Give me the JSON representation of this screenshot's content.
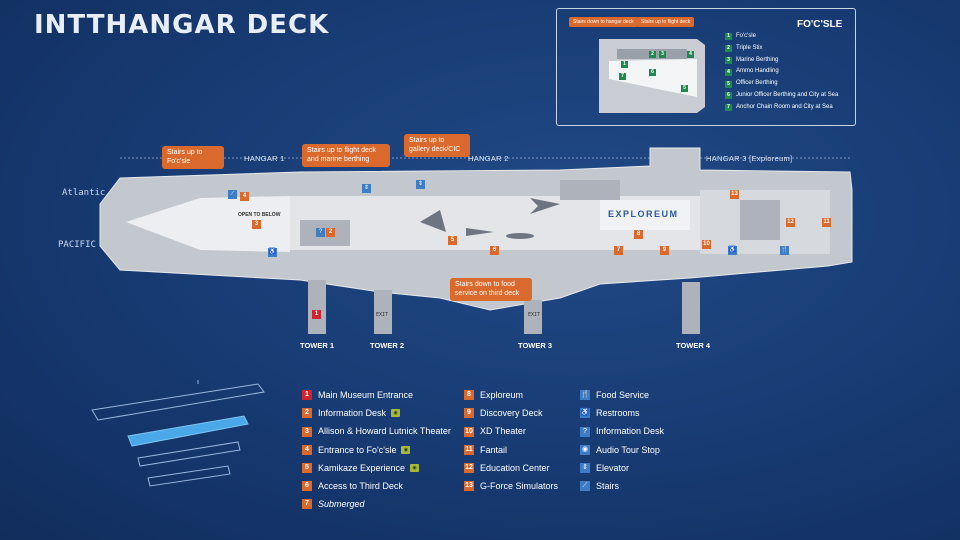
{
  "title": "INTTHANGAR DECK",
  "inset": {
    "title": "FO'C'SLE",
    "callouts": [
      "Stairs down to hangar deck",
      "Stairs up to flight deck"
    ],
    "legend": [
      {
        "num": "1",
        "label": "Fo'c'sle"
      },
      {
        "num": "2",
        "label": "Triple Stix"
      },
      {
        "num": "3",
        "label": "Marine Berthing"
      },
      {
        "num": "4",
        "label": "Ammo Handling"
      },
      {
        "num": "5",
        "label": "Officer Berthing"
      },
      {
        "num": "6",
        "label": "Junior Officer Berthing and City at Sea"
      },
      {
        "num": "7",
        "label": "Anchor Chain Room and City at Sea"
      }
    ],
    "map_numbers": [
      "1",
      "2",
      "3",
      "4",
      "5",
      "6",
      "7"
    ]
  },
  "map": {
    "hangar_labels": [
      "HANGAR 1",
      "HANGAR 2",
      "HANGAR 3 [Exploreum]"
    ],
    "side_labels": [
      "Atlantic",
      "PACIFIC"
    ],
    "callouts": [
      "Stairs up to Fo'c'sle",
      "Stairs up to flight deck and marine berthing",
      "Stairs up to gallery deck/CIC",
      "Stairs down to food service on third deck"
    ],
    "open_below": "OPEN TO BELOW",
    "exploreum": "EXPLOREUM",
    "exit_label": "EXIT",
    "towers": [
      "TOWER 1",
      "TOWER 2",
      "TOWER 3",
      "TOWER 4"
    ],
    "map_numbers": [
      "1",
      "2",
      "3",
      "4",
      "5",
      "6",
      "7",
      "8",
      "9",
      "10",
      "11",
      "12",
      "13"
    ]
  },
  "legend": {
    "col1": [
      {
        "num": "1",
        "label": "Main Museum Entrance",
        "color": "#cc2431",
        "tag": false
      },
      {
        "num": "2",
        "label": "Information Desk",
        "color": "#d9692c",
        "tag": true
      },
      {
        "num": "3",
        "label": "Allison & Howard Lutnick Theater",
        "color": "#d9692c",
        "tag": false
      },
      {
        "num": "4",
        "label": "Entrance to Fo'c'sle",
        "color": "#d9692c",
        "tag": true
      },
      {
        "num": "5",
        "label": "Kamikaze Experience",
        "color": "#d9692c",
        "tag": true
      },
      {
        "num": "6",
        "label": "Access to Third Deck",
        "color": "#d9692c",
        "tag": false
      },
      {
        "num": "7",
        "label": "Submerged",
        "color": "#d9692c",
        "tag": false,
        "italic": true
      }
    ],
    "col2": [
      {
        "num": "8",
        "label": "Exploreum"
      },
      {
        "num": "9",
        "label": "Discovery Deck"
      },
      {
        "num": "10",
        "label": "XD Theater"
      },
      {
        "num": "11",
        "label": "Fantail"
      },
      {
        "num": "12",
        "label": "Education Center"
      },
      {
        "num": "13",
        "label": "G-Force Simulators"
      }
    ],
    "col3": [
      {
        "icon": "food-service-icon",
        "glyph": "🍴",
        "label": "Food Service"
      },
      {
        "icon": "restrooms-icon",
        "glyph": "♿",
        "label": "Restrooms"
      },
      {
        "icon": "information-desk-icon",
        "glyph": "?",
        "label": "Information Desk"
      },
      {
        "icon": "audio-tour-icon",
        "glyph": "◉",
        "label": "Audio Tour Stop"
      },
      {
        "icon": "elevator-icon",
        "glyph": "⇕",
        "label": "Elevator"
      },
      {
        "icon": "stairs-icon",
        "glyph": "⟋",
        "label": "Stairs"
      }
    ]
  },
  "colors": {
    "background": "#173a72",
    "orange": "#d9692c",
    "red": "#cc2431",
    "green": "#1f8a4f",
    "deck": "#c9ccd2"
  }
}
